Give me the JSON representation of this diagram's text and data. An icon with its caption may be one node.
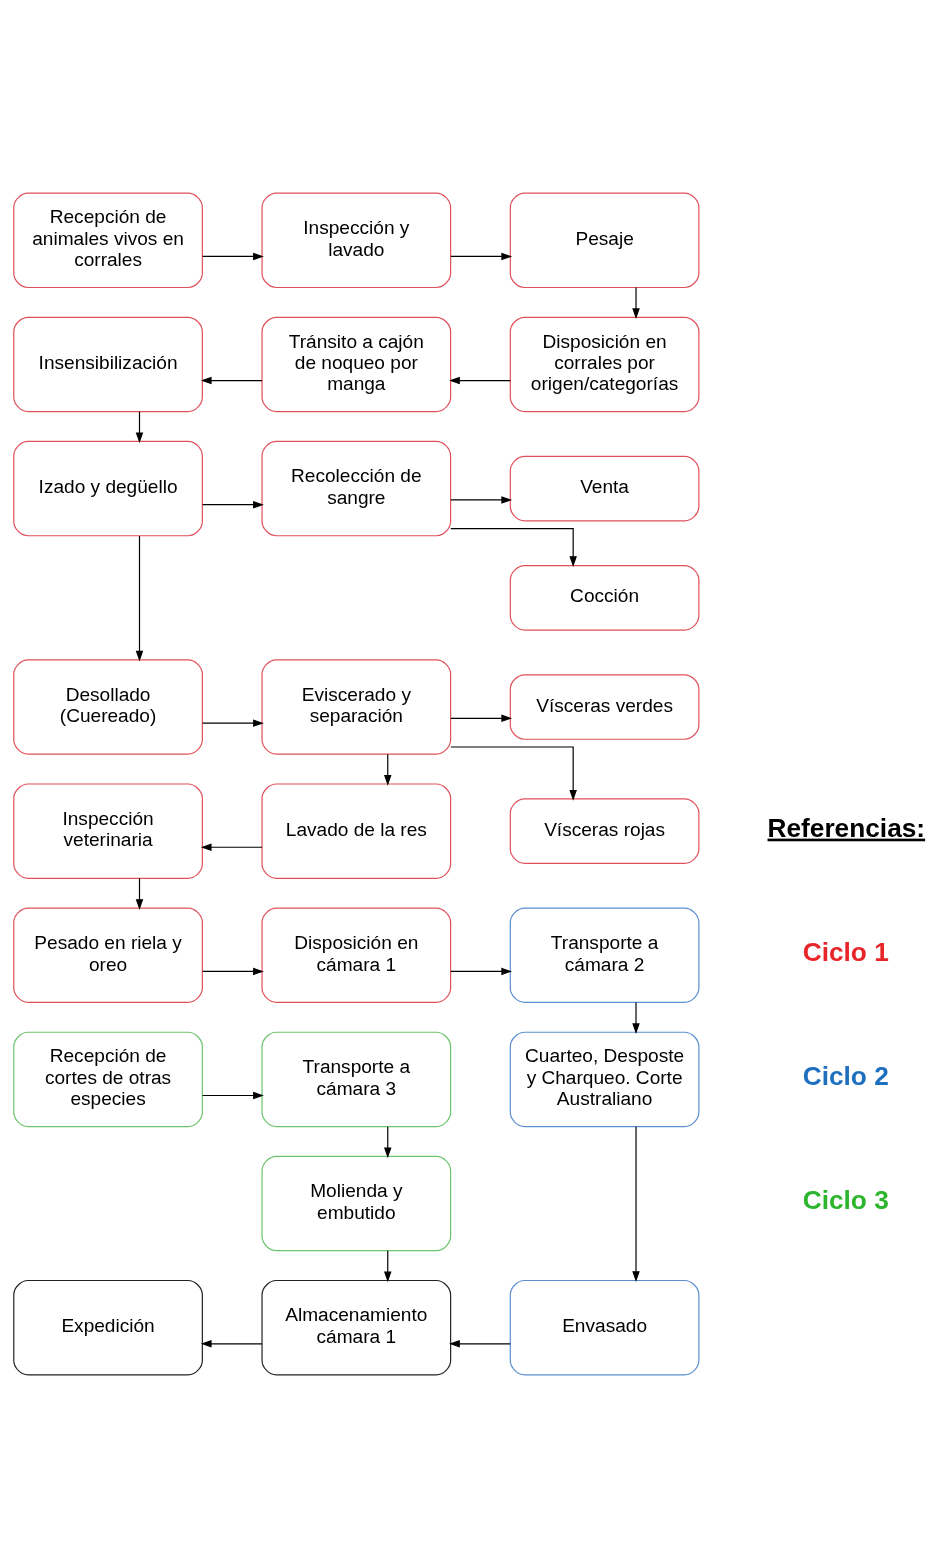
{
  "diagram": {
    "nodes": [
      {
        "text": [
          "Recepción de animales vivos en corrales"
        ]
      },
      {
        "text": [
          "Inspección y lavado"
        ]
      },
      {
        "text": [
          "Pesaje"
        ]
      },
      {
        "text": [
          "Disposición en corrales por origen/categorías"
        ]
      },
      {
        "text": [
          "Tránsito a cajón de noqueo por manga"
        ]
      },
      {
        "text": [
          "Insensibilización"
        ]
      },
      {
        "text": [
          "Izado y degüello"
        ]
      },
      {
        "text": [
          "Recolección de sangre"
        ]
      },
      {
        "text": [
          "Venta"
        ]
      },
      {
        "text": [
          "Cocción"
        ]
      },
      {
        "text": [
          "Desollado (Cuereado)"
        ]
      },
      {
        "text": [
          "Eviscerado y separación"
        ]
      },
      {
        "text": [
          "Vísceras verdes"
        ]
      },
      {
        "text": [
          "Vísceras rojas"
        ]
      },
      {
        "text": [
          "Inspección veterinaria"
        ]
      },
      {
        "text": [
          "Lavado de la res"
        ]
      },
      {
        "text": [
          "Pesado en riela y oreo"
        ]
      },
      {
        "text": [
          "Disposición en cámara 1"
        ]
      },
      {
        "text": [
          "Transporte a cámara 2"
        ]
      },
      {
        "text": [
          "Recepción de cortes de otras especies"
        ]
      },
      {
        "text": [
          "Transporte a cámara 3"
        ]
      },
      {
        "text": [
          "Cuarteo, Desposte y Charqueo. Corte Australiano"
        ]
      },
      {
        "text": [
          "Molienda y embutido"
        ]
      },
      {
        "text": [
          "Expedición"
        ]
      },
      {
        "text": [
          "Almacenamiento cámara 1"
        ]
      },
      {
        "text": [
          "Envasado"
        ]
      }
    ],
    "edges": [
      {
        "from": 0,
        "to": 1,
        "arrow": "to"
      },
      {
        "from": 1,
        "to": 2,
        "arrow": "to"
      },
      {
        "from": 2,
        "to": 3,
        "arrow": "to"
      },
      {
        "from": 3,
        "to": 4,
        "arrow": "to"
      },
      {
        "from": 4,
        "to": 5,
        "arrow": "to"
      },
      {
        "from": 5,
        "to": 6,
        "arrow": "to"
      },
      {
        "from": 6,
        "to": 7,
        "arrow": "to"
      },
      {
        "from": 7,
        "to": 8,
        "arrow": "to"
      },
      {
        "from": 7,
        "to": 9,
        "arrow": "to"
      },
      {
        "from": 6,
        "to": 10,
        "arrow": "to"
      },
      {
        "from": 10,
        "to": 11,
        "arrow": "to"
      },
      {
        "from": 11,
        "to": 12,
        "arrow": "to"
      },
      {
        "from": 11,
        "to": 13,
        "arrow": "to"
      },
      {
        "from": 11,
        "to": 15,
        "arrow": "to"
      },
      {
        "from": 15,
        "to": 14,
        "arrow": "to"
      },
      {
        "from": 14,
        "to": 16,
        "arrow": "to"
      },
      {
        "from": 16,
        "to": 17,
        "arrow": "to"
      },
      {
        "from": 17,
        "to": 18,
        "arrow": "to"
      },
      {
        "from": 18,
        "to": 21,
        "arrow": "to"
      },
      {
        "from": 19,
        "to": 20,
        "arrow": "to"
      },
      {
        "from": 20,
        "to": 22,
        "arrow": "to"
      },
      {
        "from": 21,
        "to": 25,
        "arrow": "to"
      },
      {
        "from": 22,
        "to": 24,
        "arrow": "to"
      },
      {
        "from": 25,
        "to": 24,
        "arrow": "to"
      },
      {
        "from": 24,
        "to": 23,
        "arrow": "to"
      }
    ],
    "labels": [
      "Referencias:"
    ],
    "legend": [
      {
        "text": "Ciclo 1",
        "color": "#e8262a"
      },
      {
        "text": "Ciclo 2",
        "color": "#1f6fbf"
      },
      {
        "text": "Ciclo 3",
        "color": "#2db52d"
      }
    ]
  }
}
